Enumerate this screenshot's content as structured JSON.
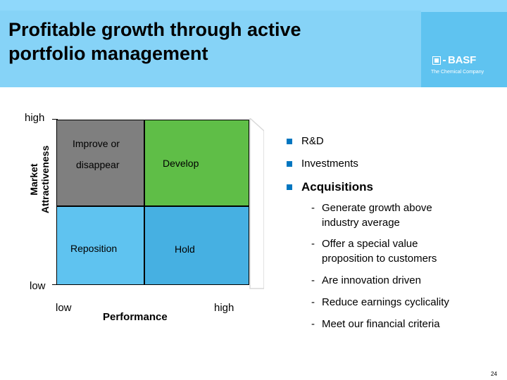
{
  "title": {
    "line1": "Profitable growth through active",
    "line2": "portfolio management"
  },
  "logo": {
    "brand": "BASF",
    "tagline": "The Chemical Company"
  },
  "matrix": {
    "y_axis_title_line1": "Market",
    "y_axis_title_line2": "Attractiveness",
    "y_high": "high",
    "y_low": "low",
    "x_low": "low",
    "x_high": "high",
    "x_axis_title": "Performance",
    "quadrants": {
      "top_left_line1": "Improve or",
      "top_left_line2": "disappear",
      "top_right": "Develop",
      "bottom_left": "Reposition",
      "bottom_right": "Hold"
    },
    "colors": {
      "top_left": "#7f7f7f",
      "top_right": "#5fbe47",
      "bottom_left": "#5fc3f0",
      "bottom_right": "#46b0e2"
    }
  },
  "bullets": {
    "items": [
      "R&D",
      "Investments",
      "Acquisitions"
    ],
    "sub_items": [
      {
        "line1": "Generate growth above",
        "line2": "industry average"
      },
      {
        "line1": "Offer a special value",
        "line2": "proposition to customers"
      },
      {
        "line1": "Are innovation driven",
        "line2": ""
      },
      {
        "line1": "Reduce earnings cyclicality",
        "line2": ""
      },
      {
        "line1": "Meet our financial criteria",
        "line2": ""
      }
    ],
    "dash": "-",
    "marker_color": "#0076c0"
  },
  "page_number": "24",
  "colors": {
    "header": "#8fd8fb",
    "logo_box": "#5fc3f0"
  }
}
